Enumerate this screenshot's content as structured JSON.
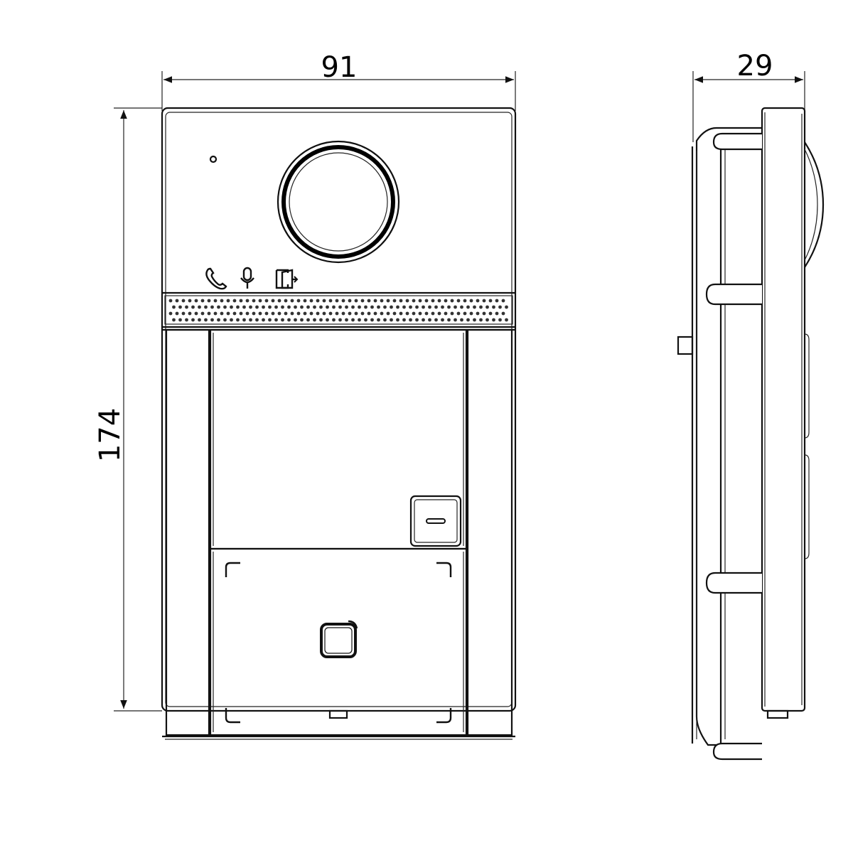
{
  "drawing": {
    "front_view": {
      "width_dimension": "91",
      "height_dimension": "174",
      "indicator_icons": [
        "phone-icon",
        "microphone-icon",
        "door-open-icon"
      ]
    },
    "side_view": {
      "depth_dimension": "29"
    }
  }
}
